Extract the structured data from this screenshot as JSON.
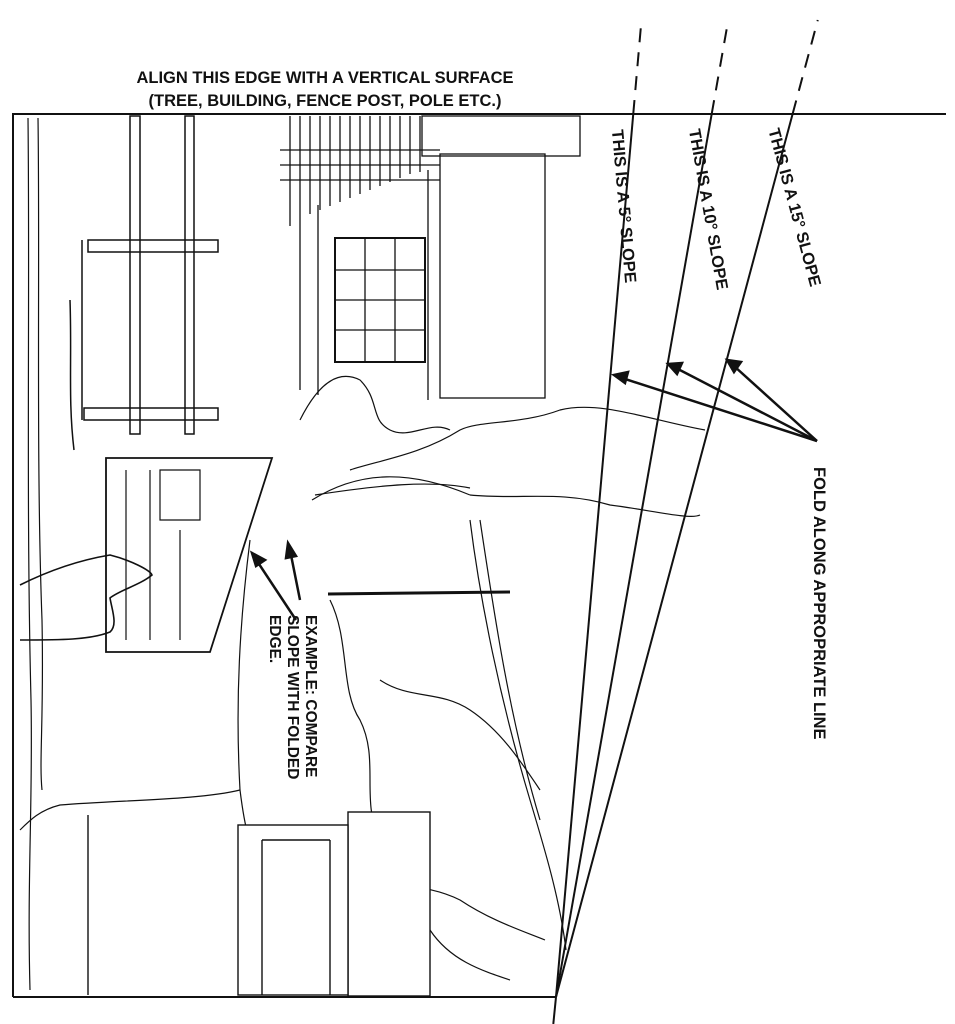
{
  "header": {
    "line1": "ALIGN THIS EDGE WITH A VERTICAL SURFACE",
    "line2": "(TREE, BUILDING, FENCE POST, POLE ETC.)"
  },
  "slope_lines": [
    {
      "label": "THIS IS A 5° SLOPE",
      "degrees": 5
    },
    {
      "label": "THIS IS A 10° SLOPE",
      "degrees": 10
    },
    {
      "label": "THIS IS A 15° SLOPE",
      "degrees": 15
    }
  ],
  "fold_instruction": "FOLD ALONG APPROPRIATE LINE",
  "example_note": {
    "line1": "EXAMPLE: COMPARE",
    "line2": "SLOPE WITH FOLDED",
    "line3": "EDGE."
  },
  "colors": {
    "ink": "#111111",
    "paper": "#ffffff"
  }
}
